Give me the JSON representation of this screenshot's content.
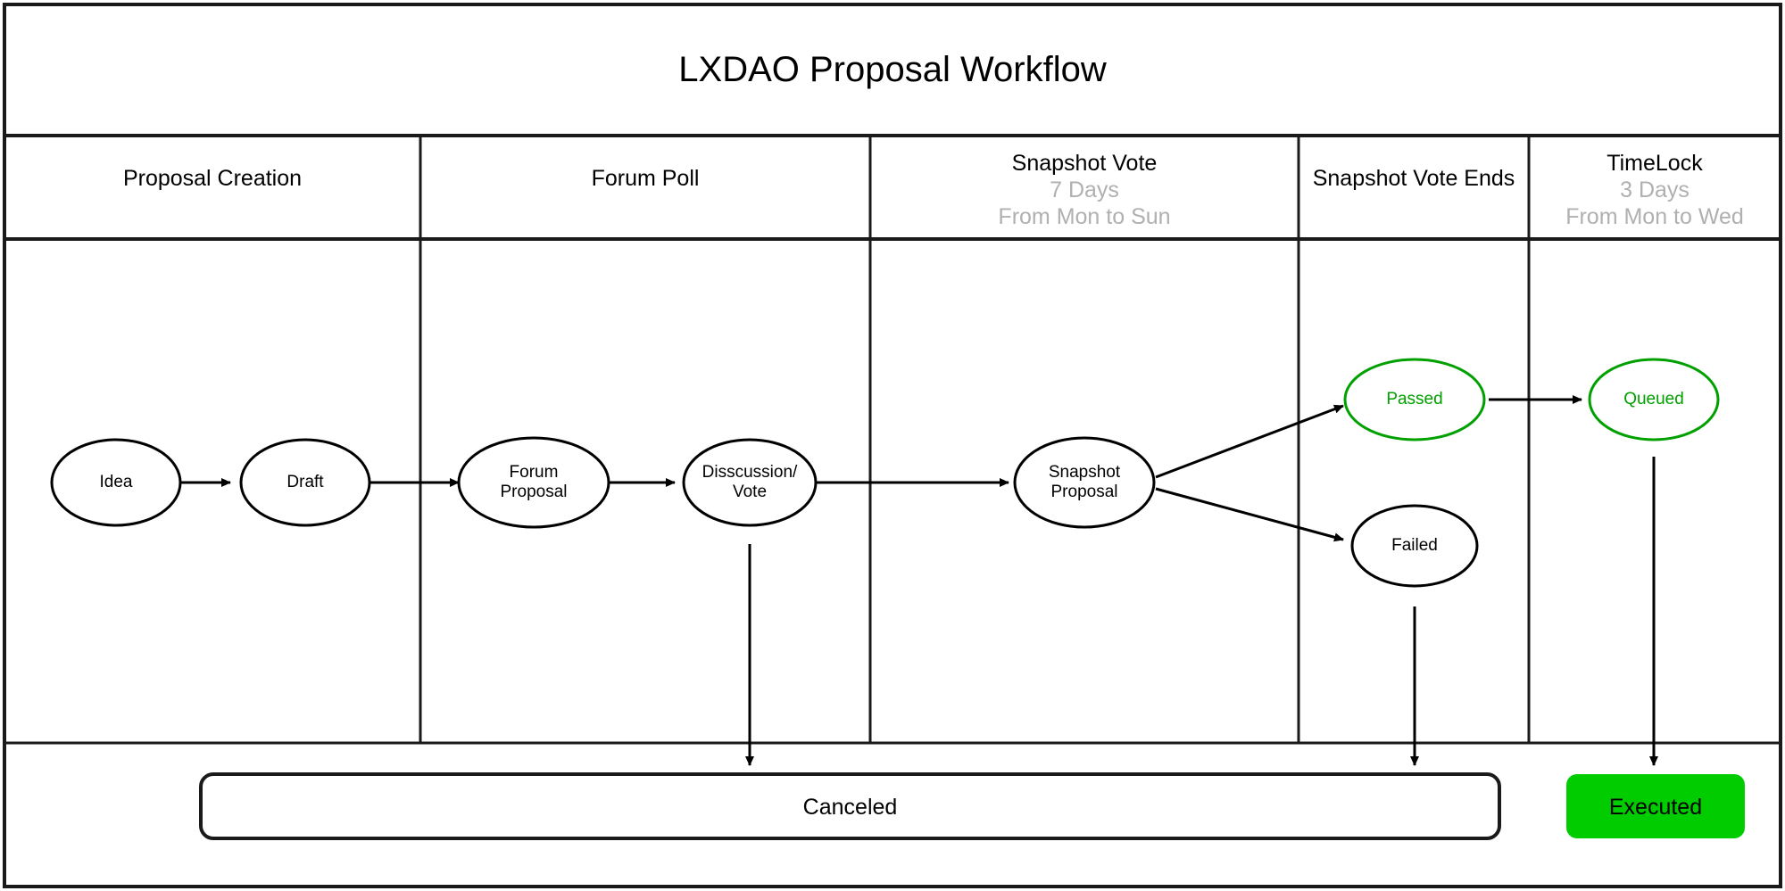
{
  "title": "LXDAO Proposal Workflow",
  "lanes": [
    {
      "name": "Proposal Creation",
      "duration": "",
      "span": ""
    },
    {
      "name": "Forum Poll",
      "duration": "",
      "span": ""
    },
    {
      "name": "Snapshot Vote",
      "duration": "7 Days",
      "span": "From Mon to Sun"
    },
    {
      "name": "Snapshot Vote Ends",
      "duration": "",
      "span": ""
    },
    {
      "name": "TimeLock",
      "duration": "3 Days",
      "span": "From Mon to Wed"
    }
  ],
  "nodes": [
    {
      "id": "idea",
      "label": "Idea",
      "shape": "ellipse",
      "color": "#000000"
    },
    {
      "id": "draft",
      "label": "Draft",
      "shape": "ellipse",
      "color": "#000000"
    },
    {
      "id": "forum-proposal",
      "label": "Forum\nProposal",
      "shape": "ellipse",
      "color": "#000000"
    },
    {
      "id": "disscussion-vote",
      "label": "Disscussion/\nVote",
      "shape": "ellipse",
      "color": "#000000"
    },
    {
      "id": "snapshot-proposal",
      "label": "Snapshot\nProposal",
      "shape": "ellipse",
      "color": "#000000"
    },
    {
      "id": "passed",
      "label": "Passed",
      "shape": "ellipse",
      "color": "#00a000"
    },
    {
      "id": "failed",
      "label": "Failed",
      "shape": "ellipse",
      "color": "#000000"
    },
    {
      "id": "queued",
      "label": "Queued",
      "shape": "ellipse",
      "color": "#00a000"
    }
  ],
  "terminals": [
    {
      "id": "canceled",
      "label": "Canceled",
      "fill": "#ffffff",
      "text": "#000000"
    },
    {
      "id": "executed",
      "label": "Executed",
      "fill": "#00cc00",
      "text": "#000000"
    }
  ],
  "colors": {
    "accent_green": "#00cc00",
    "node_green": "#00a000",
    "stroke": "#000000",
    "muted_text": "#b0b0b0"
  },
  "chart_data": {
    "type": "diagram",
    "title": "LXDAO Proposal Workflow",
    "lanes": [
      "Proposal Creation",
      "Forum Poll",
      "Snapshot Vote",
      "Snapshot Vote Ends",
      "TimeLock"
    ],
    "nodes": [
      "Idea",
      "Draft",
      "Forum Proposal",
      "Disscussion/Vote",
      "Snapshot Proposal",
      "Passed",
      "Failed",
      "Queued",
      "Canceled",
      "Executed"
    ],
    "edges": [
      "Idea -> Draft",
      "Draft -> Forum Proposal",
      "Forum Proposal -> Disscussion/Vote",
      "Disscussion/Vote -> Snapshot Proposal",
      "Disscussion/Vote -> Canceled",
      "Snapshot Proposal -> Passed",
      "Snapshot Proposal -> Failed",
      "Passed -> Queued",
      "Failed -> Canceled",
      "Queued -> Executed"
    ]
  }
}
